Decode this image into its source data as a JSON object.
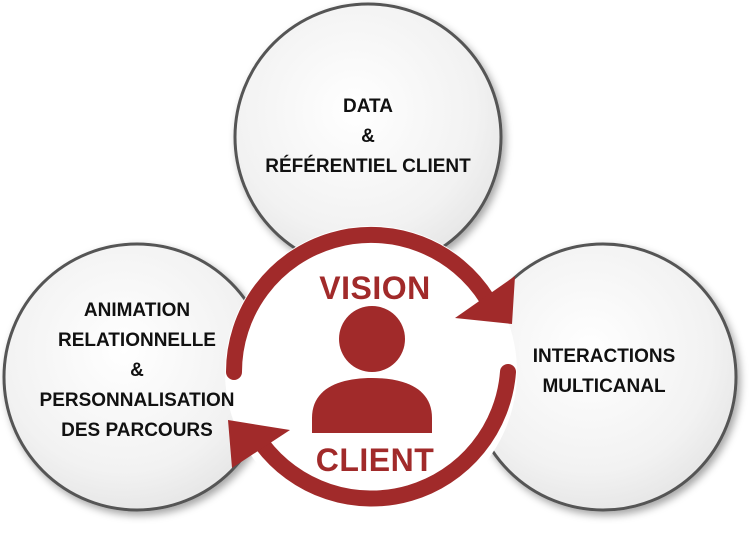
{
  "colors": {
    "accent": "#a12a2a",
    "circle_fill": "#efefef",
    "circle_stroke": "#555555",
    "text": "#111111"
  },
  "circles": {
    "top": {
      "lines": [
        "DATA",
        "&",
        "RÉFÉRENTIEL CLIENT"
      ]
    },
    "right": {
      "lines": [
        "INTERACTIONS",
        "MULTICANAL"
      ]
    },
    "left": {
      "lines": [
        "ANIMATION",
        "RELATIONNELLE",
        "&",
        "PERSONNALISATION",
        "DES PARCOURS"
      ]
    }
  },
  "center": {
    "word_top": "VISION",
    "word_bottom": "CLIENT",
    "icon": "person-icon"
  },
  "arrows": [
    "cycle-arrow-top",
    "cycle-arrow-bottom"
  ]
}
